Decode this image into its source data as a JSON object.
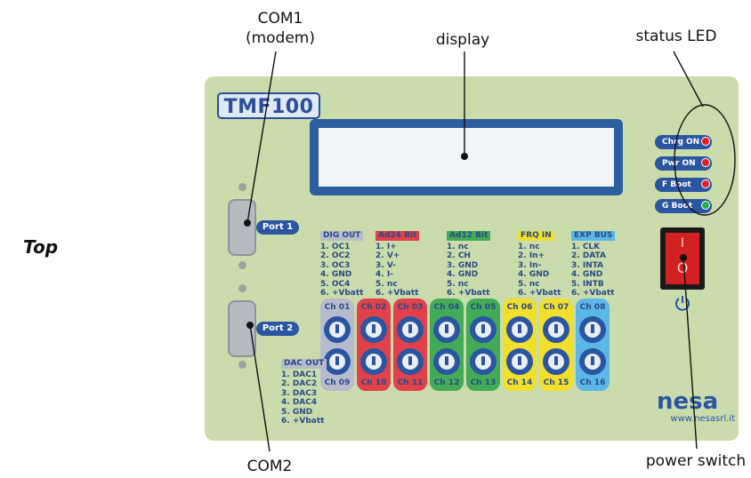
{
  "callouts": {
    "com1_line1": "COM1",
    "com1_line2": "(modem)",
    "display": "display",
    "status_led": "status LED",
    "top": "Top",
    "com2": "COM2",
    "power_switch": "power switch"
  },
  "device": {
    "model": "TMF100",
    "leds": [
      {
        "label": "Chrg ON",
        "color": "#e02020"
      },
      {
        "label": "Pwr ON",
        "color": "#e02020"
      },
      {
        "label": "F Boot",
        "color": "#e02020"
      },
      {
        "label": "G Boot",
        "color": "#22b24c"
      }
    ],
    "ports": [
      "Port 1",
      "Port 2"
    ],
    "groups": [
      {
        "title": "DIG OUT",
        "title_bg": "#b7bccc",
        "lines": [
          "1. OC1",
          "2. OC2",
          "3. OC3",
          "4. GND",
          "5. OC4",
          "6. +Vbatt"
        ]
      },
      {
        "title": "Ad24 Bit",
        "title_bg": "#e0414a",
        "lines": [
          "1. I+",
          "2. V+",
          "3. V-",
          "4. I-",
          "5. nc",
          "6. +Vbatt"
        ]
      },
      {
        "title": "Ad12 Bit",
        "title_bg": "#43ab58",
        "lines": [
          "1. nc",
          "2. CH",
          "3. GND",
          "4. GND",
          "5. nc",
          "6. +Vbatt"
        ]
      },
      {
        "title": "FRQ IN",
        "title_bg": "#f0df2c",
        "lines": [
          "1. nc",
          "2. In+",
          "3. In-",
          "4. GND",
          "5. nc",
          "6. +Vbatt"
        ]
      },
      {
        "title": "EXP BUS",
        "title_bg": "#5ab7e8",
        "lines": [
          "1. CLK",
          "2. DATA",
          "3. INTA",
          "4. GND",
          "5. INTB",
          "6. +Vbatt"
        ]
      }
    ],
    "dac": {
      "title": "DAC OUT",
      "lines": [
        "1. DAC1",
        "2. DAC2",
        "3. DAC3",
        "4. DAC4",
        "5. GND",
        "6. +Vbatt"
      ]
    },
    "channels_top": [
      "Ch 01",
      "Ch 02",
      "Ch 03",
      "Ch 04",
      "Ch 05",
      "Ch 06",
      "Ch 07",
      "Ch 08"
    ],
    "channels_bottom": [
      "Ch 09",
      "Ch 10",
      "Ch 11",
      "Ch 12",
      "Ch 13",
      "Ch 14",
      "Ch 15",
      "Ch 16"
    ],
    "channel_colors": [
      "#b7bccc",
      "#e0414a",
      "#e0414a",
      "#43ab58",
      "#43ab58",
      "#f0df2c",
      "#f0df2c",
      "#5ab7e8"
    ],
    "brand": "nesa",
    "brand_url": "www.nesasrl.it",
    "switch_on_mark": "I",
    "switch_off_mark": "O",
    "power_icon": "power-icon"
  }
}
